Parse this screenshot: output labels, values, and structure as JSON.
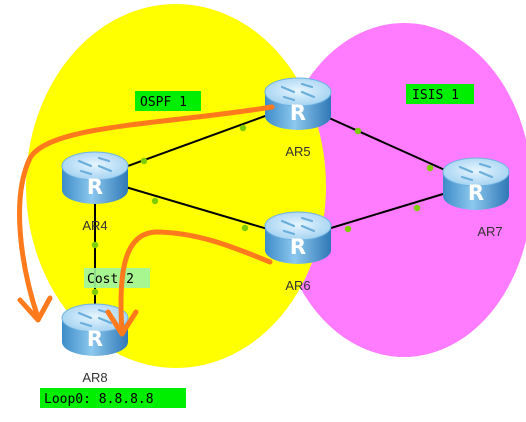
{
  "areas": {
    "ospf": {
      "label": "OSPF 1",
      "color": "#ffff00"
    },
    "isis": {
      "label": "ISIS 1",
      "color": "#ff7bff"
    }
  },
  "routers": {
    "ar4": {
      "label": "AR4"
    },
    "ar5": {
      "label": "AR5"
    },
    "ar6": {
      "label": "AR6"
    },
    "ar7": {
      "label": "AR7"
    },
    "ar8": {
      "label": "AR8"
    }
  },
  "cost_label": "Cost 2",
  "loopback_label": "Loop0: 8.8.8.8",
  "colors": {
    "tag_background": "#00ee00",
    "link": "#000000",
    "link_dot": "#7ccc00",
    "arrow": "#ff7a1c",
    "router_body": "#5aa6dc",
    "router_top": "#b9e0f7"
  }
}
